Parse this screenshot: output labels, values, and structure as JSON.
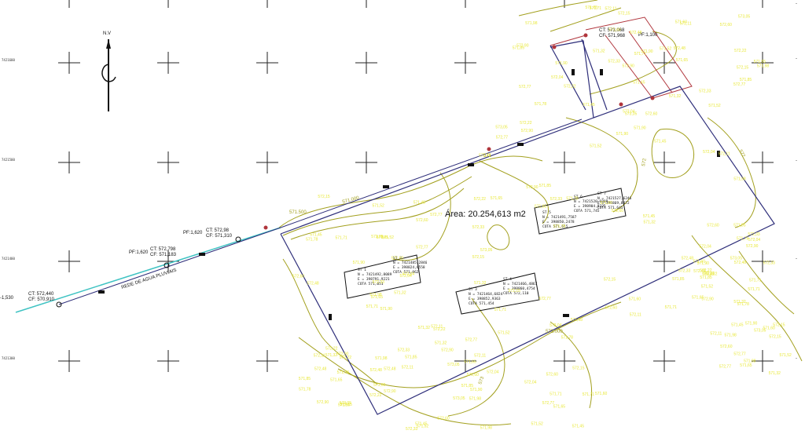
{
  "drawing": {
    "north_label": "N.V",
    "area_label": "Área:  20.254,613 m2",
    "pipe_label": "REDE DE AGUA PLUVIAIS",
    "grid_left_labels": [
      "7421600",
      "7421500",
      "7421400",
      "7421300"
    ],
    "grid_right_labels": [
      "-",
      "-",
      "-",
      "-",
      "-"
    ],
    "point_labels": [
      {
        "ct": "CT: 572,440",
        "cf": "CF: 570,910",
        "pf": "-1,530"
      },
      {
        "ct": "CT: 572,798",
        "cf": "CF: 571,183",
        "pf": "PF:1,620"
      },
      {
        "ct": "CT: 572,98",
        "cf": "CF: 571,310",
        "pf": "PF:1,620"
      },
      {
        "ct": "CT: 573,068",
        "cf": "CF: 571,968",
        "pf": "PF:1,100"
      }
    ],
    "contours": [
      "571.000",
      "571",
      "571.500",
      "573.000",
      "572",
      "572",
      "573"
    ],
    "stations": [
      {
        "id": "ST 1",
        "n": "N = 7421492,8089",
        "e": "E = 398791,9221",
        "cota": "COTA 571,051"
      },
      {
        "id": "ST 2",
        "n": "N = 7421485,2846",
        "e": "E = 398824,6558",
        "cota": "COTA 571,062"
      },
      {
        "id": "ST 3",
        "n": "N = 7421464,6824",
        "e": "E = 398852,9363",
        "cota": "COTA 571,454"
      },
      {
        "id": "ST 4",
        "n": "N = 7421466,4867",
        "e": "E = 398860,4754",
        "cota": "COTA 572,110"
      },
      {
        "id": "ST 5",
        "n": "N = 7421491,7587",
        "e": "E = 398850,2478",
        "cota": "COTA 571,615"
      },
      {
        "id": "ST 6",
        "n": "N = 7421520,6809",
        "e": "E = 398904,8225",
        "cota": "COTA 571,745"
      },
      {
        "id": "ST 7",
        "n": "N = 7421527,6246",
        "e": "E = 398869,8472",
        "cota": "COTA 571,645"
      }
    ],
    "scatter_labels": [
      "571,90",
      "571,78",
      "571,65",
      "571,85",
      "572,04",
      "572,22",
      "571,45",
      "571,52",
      "572,60",
      "571,32",
      "572,15",
      "571,98",
      "572,48",
      "572,33",
      "571,71",
      "572,77",
      "572,90",
      "573,05",
      "571,60",
      "572,11"
    ],
    "colors": {
      "boundary": "#2e2e7a",
      "contour": "#a3a01e",
      "points": "#e8e83a",
      "pipe": "#3fc3c3",
      "road": "#b0353c",
      "ink": "#111111"
    }
  }
}
